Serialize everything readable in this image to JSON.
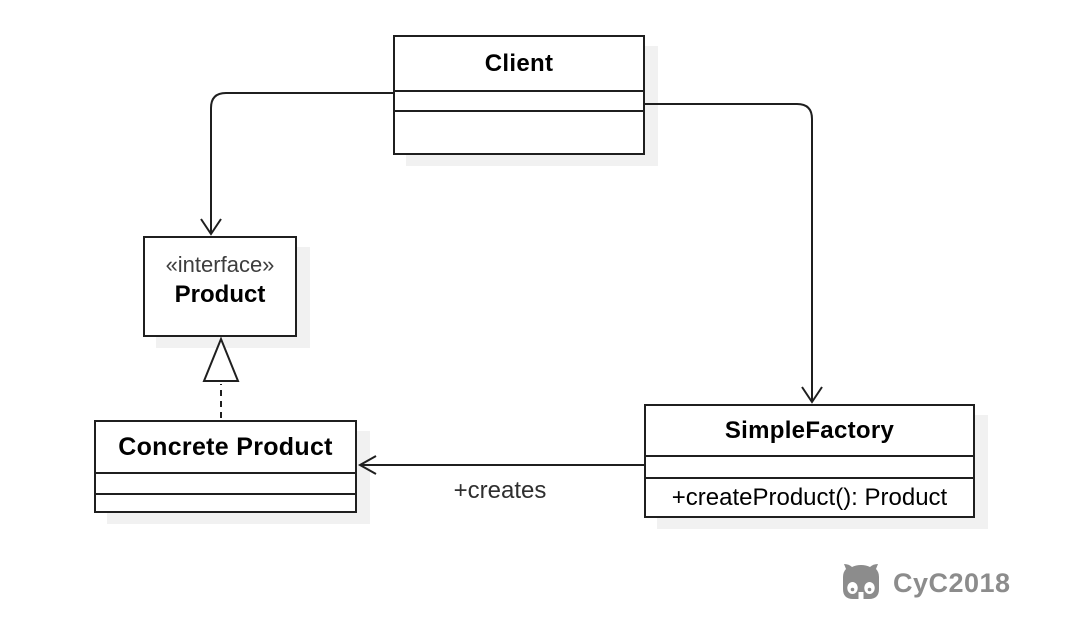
{
  "classes": {
    "client": {
      "title": "Client"
    },
    "product": {
      "stereotype": "«interface»",
      "title": "Product"
    },
    "concrete_product": {
      "title": "Concrete Product"
    },
    "simple_factory": {
      "title": "SimpleFactory",
      "method": "+createProduct(): Product"
    }
  },
  "edges": {
    "creates_label": "+creates"
  },
  "watermark": {
    "text": "CyC2018",
    "icon": "octocat-icon"
  },
  "colors": {
    "stroke": "#1f1f1f",
    "box_fill": "#ffffff",
    "background": "#ffffff",
    "shadow": "#ececec",
    "watermark_gray": "#8c8c8c"
  }
}
